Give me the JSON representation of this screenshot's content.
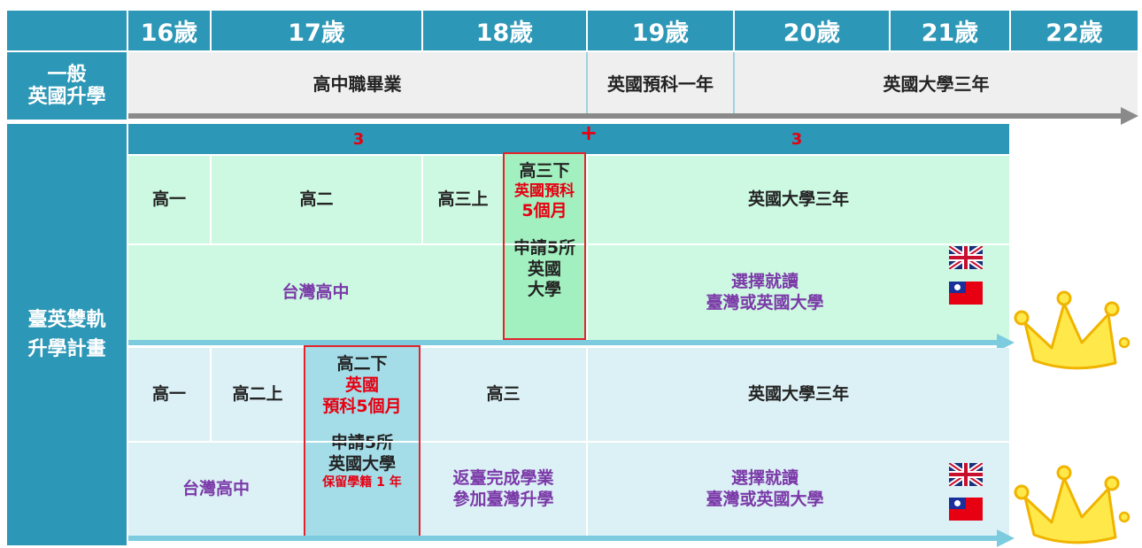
{
  "header": {
    "ages": [
      "16歲",
      "17歲",
      "18歲",
      "19歲",
      "20歲",
      "21歲",
      "22歲"
    ]
  },
  "general": {
    "label_line1": "一般",
    "label_line2": "英國升學",
    "highschool": "高中職畢業",
    "foundation": "英國預科一年",
    "university": "英國大學三年"
  },
  "program": {
    "label_line1": "臺英雙軌",
    "label_line2": "升學計畫",
    "bar_left": "3",
    "bar_plus": "+",
    "bar_right": "3",
    "track1": {
      "row1": {
        "g10": "高一",
        "g11": "高二",
        "g12a": "高三上",
        "g12b_line1": "高三下",
        "g12b_line2": "英國預科",
        "g12b_line3": "5個月",
        "uni": "英國大學三年"
      },
      "row2": {
        "taiwan": "台灣高中",
        "apply_line1": "申請5所",
        "apply_line2": "英國",
        "apply_line3": "大學",
        "choose_line1": "選擇就讀",
        "choose_line2": "臺灣或英國大學"
      }
    },
    "track2": {
      "row1": {
        "g10": "高一",
        "g11a": "高二上",
        "g11b_line1": "高二下",
        "g11b_line2": "英國",
        "g11b_line3": "預科5個月",
        "g12": "高三",
        "uni": "英國大學三年"
      },
      "row2": {
        "taiwan": "台灣高中",
        "apply_line1": "申請5所",
        "apply_line2": "英國大學",
        "apply_line3": "保留學籍 1 年",
        "return_line1": "返臺完成學業",
        "return_line2": "參加臺灣升學",
        "choose_line1": "選擇就讀",
        "choose_line2": "臺灣或英國大學"
      }
    }
  },
  "icons": [
    "uk-flag-icon",
    "taiwan-flag-icon",
    "crown-icon",
    "arrow-right-icon"
  ],
  "colors": {
    "header": "#2c97b6",
    "track1_bg": "#cdf9e2",
    "track2_bg": "#dcf1f6",
    "highlight_green": "#a2f0bf",
    "highlight_blue": "#a4dde8",
    "accent_red": "#e60012",
    "accent_purple": "#7b3aa8"
  }
}
